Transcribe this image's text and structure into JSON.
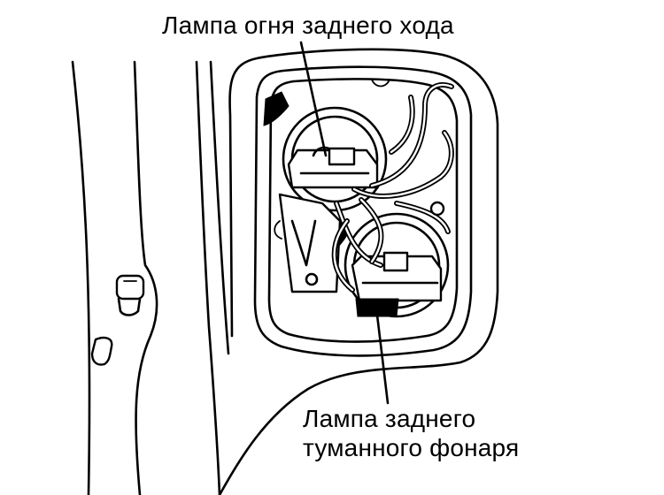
{
  "diagram": {
    "labels": {
      "reverse_lamp": "Лампа огня заднего хода",
      "fog_lamp_line1": "Лампа заднего",
      "fog_lamp_line2": "туманного фонаря"
    }
  }
}
